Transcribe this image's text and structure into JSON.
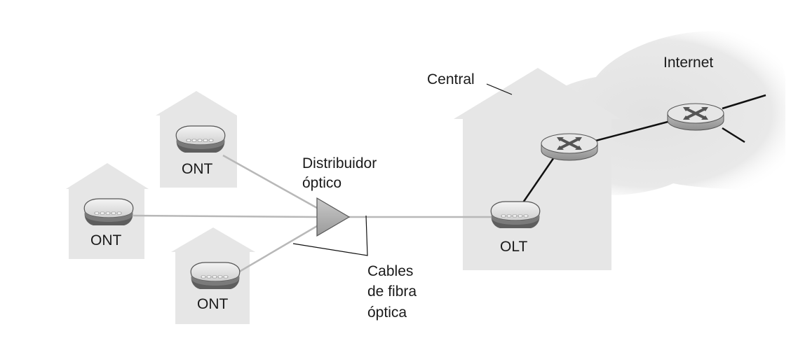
{
  "labels": {
    "internet": "Internet",
    "central": "Central",
    "splitter_line1": "Distribuidor",
    "splitter_line2": "óptico",
    "ont_top": "ONT",
    "ont_left": "ONT",
    "ont_bottom": "ONT",
    "olt": "OLT",
    "cables_line1": "Cables",
    "cables_line2": "de fibra",
    "cables_line3": "óptica"
  },
  "colors": {
    "house_fill": "#e6e6e6",
    "cloud_fill": "#e9e9e9",
    "fiber_line": "#b8b8b8",
    "copper_line": "#111111",
    "router_body": "#d0d0d0",
    "router_top": "#eaeaea"
  },
  "icons": {
    "ont": "ont-modem-icon",
    "olt": "olt-modem-icon",
    "router": "router-icon",
    "splitter": "optical-splitter-icon",
    "cloud": "internet-cloud-icon"
  }
}
